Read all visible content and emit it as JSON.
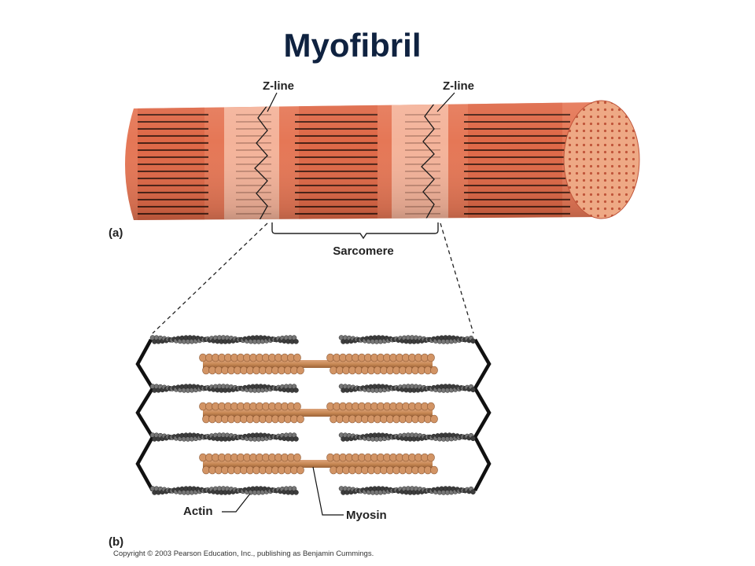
{
  "title": "Myofibril",
  "panel_a": {
    "tag": "(a)",
    "z_line_left": "Z-line",
    "z_line_right": "Z-line",
    "sarcomere": "Sarcomere"
  },
  "panel_b": {
    "tag": "(b)",
    "actin": "Actin",
    "myosin": "Myosin"
  },
  "copyright": "Copyright © 2003 Pearson Education, Inc., publishing as Benjamin Cummings.",
  "colors": {
    "title": "#0f2240",
    "fiber_red": "#e26a4a",
    "fiber_pale": "#f4b39a",
    "actin": "#555555",
    "myosin": "#c98a56"
  }
}
